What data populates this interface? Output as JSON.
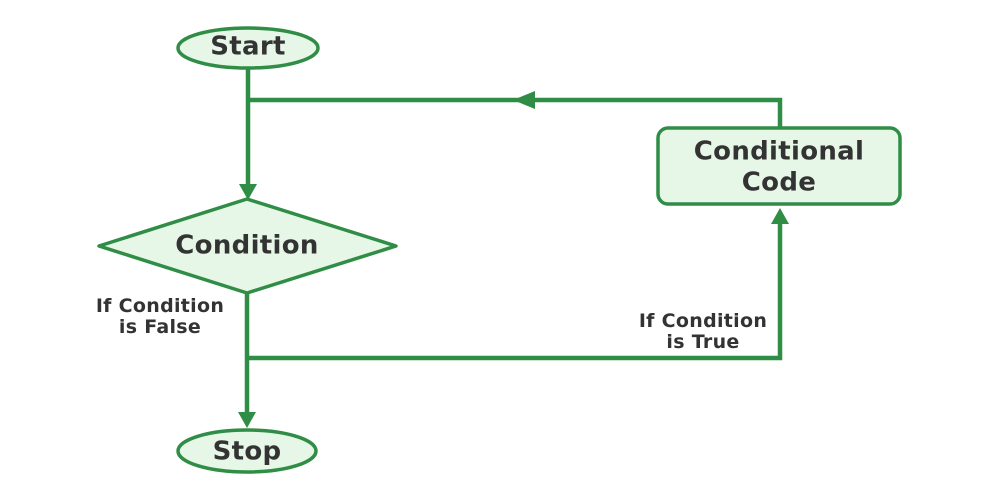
{
  "nodes": {
    "start": {
      "label": "Start"
    },
    "condition": {
      "label": "Condition"
    },
    "conditional_code": {
      "lines": [
        "Conditional",
        "Code"
      ]
    },
    "stop": {
      "label": "Stop"
    }
  },
  "edge_labels": {
    "false_branch": {
      "lines": [
        "If Condition",
        "is False"
      ]
    },
    "true_branch": {
      "lines": [
        "If Condition",
        "is True"
      ]
    }
  },
  "colors": {
    "stroke_green": "#2f8d46",
    "shape_fill": "#e6f6e7",
    "text_dark": "#333333",
    "background": "#ffffff"
  }
}
